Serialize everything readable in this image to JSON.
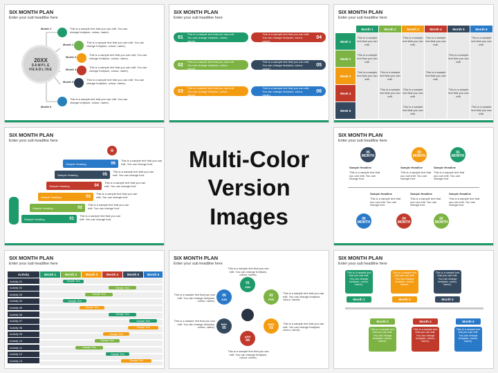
{
  "center_heading": {
    "line1": "Multi-Color",
    "line2": "Version Images"
  },
  "common": {
    "title": "SIX MONTH PLAN",
    "subtitle": "Enter your sub headline here",
    "sample": "This is a sample text that you can edit. You can change font(size, colour, name).",
    "sample_short": "This is a sample text that you can edit.",
    "sample_font": "This is a sample text that you can edit. You can change font.",
    "sample_heading": "Sample Heading",
    "sample_headline": "Sample Headline",
    "sample_text": "Sample Text"
  },
  "slide1": {
    "center_year": "20XX",
    "center_label": "SAMPLE HEADLINE",
    "months": [
      "Month 1",
      "Month 2",
      "Month 3",
      "Month 4",
      "Month 5",
      "Month 6"
    ],
    "colors": [
      "#1e9a6b",
      "#6ab04c",
      "#f39c12",
      "#c0392b",
      "#2c3e50",
      "#2980b9"
    ]
  },
  "slide2": {
    "left_numbers": [
      "01",
      "02",
      "03"
    ],
    "right_numbers": [
      "04",
      "05",
      "06"
    ],
    "left_colors": [
      "#1e9a6b",
      "#7cb342",
      "#f39c12"
    ],
    "right_colors": [
      "#c0392b",
      "#34495e",
      "#2979c9"
    ]
  },
  "slide3": {
    "months": [
      "Month 1",
      "Month 2",
      "Month 3",
      "Month 4",
      "Month 5",
      "Month 6"
    ],
    "weeks": [
      "Week 1",
      "Week 2",
      "Week 3",
      "Week 4",
      "Week 5"
    ],
    "month_colors": [
      "#1e9a6b",
      "#7cb342",
      "#f39c12",
      "#c0392b",
      "#34495e",
      "#2979c9"
    ],
    "week_colors": [
      "#1e9a6b",
      "#7cb342",
      "#f39c12",
      "#c0392b",
      "#34495e"
    ]
  },
  "slide4": {
    "steps": [
      "01",
      "02",
      "03",
      "04",
      "05",
      "06"
    ],
    "colors": [
      "#1e9a6b",
      "#7cb342",
      "#f39c12",
      "#c0392b",
      "#34495e",
      "#2979c9"
    ]
  },
  "slide5": {
    "top": [
      "05\nMONTH",
      "03\nMONTH",
      "01\nMONTH"
    ],
    "bottom": [
      "06\nMONTH",
      "04\nMONTH",
      "02\nMONTH"
    ],
    "top_colors": [
      "#34495e",
      "#f39c12",
      "#1e9a6b"
    ],
    "bottom_colors": [
      "#2979c9",
      "#c0392b",
      "#7cb342"
    ]
  },
  "slide6": {
    "header_activity": "Activity",
    "months": [
      "Month 1",
      "Month 2",
      "Month 3",
      "Month 4",
      "Month 5",
      "Month 6"
    ],
    "month_colors": [
      "#1e9a6b",
      "#7cb342",
      "#f39c12",
      "#c0392b",
      "#34495e",
      "#2979c9"
    ],
    "activities": [
      "Activity 01",
      "Activity 02",
      "Activity 03",
      "Activity 04",
      "Activity 05",
      "Activity 06",
      "Activity 07",
      "Activity 08",
      "Activity 09",
      "Activity 10",
      "Activity 11",
      "Activity 12",
      "Activity 13"
    ]
  },
  "slide7": {
    "numbers": [
      "01",
      "02",
      "03",
      "04",
      "05",
      "06"
    ],
    "months": [
      "JAN",
      "FEB",
      "MAR",
      "APR",
      "MAY",
      "JUN"
    ],
    "colors": [
      "#1e9a6b",
      "#7cb342",
      "#f39c12",
      "#c0392b",
      "#34495e",
      "#2979c9"
    ]
  },
  "slide8": {
    "top": [
      "Month 1",
      "Month 3",
      "Month 5"
    ],
    "bottom": [
      "Month 2",
      "Month 4",
      "Month 6"
    ],
    "top_colors": [
      "#1e9a6b",
      "#f39c12",
      "#34495e"
    ],
    "bottom_colors": [
      "#7cb342",
      "#c0392b",
      "#2979c9"
    ]
  }
}
